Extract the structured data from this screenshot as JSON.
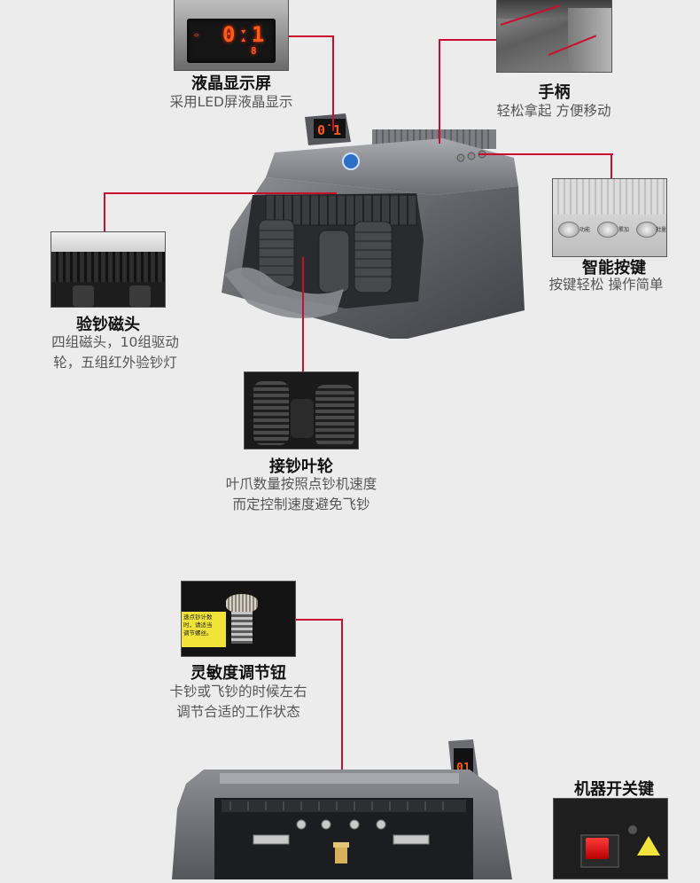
{
  "features": [
    {
      "id": "lcd",
      "title": "液晶显示屏",
      "desc": [
        "采用LED屏液晶显示"
      ],
      "photo_icon": "lcd-display-icon"
    },
    {
      "id": "handle",
      "title": "手柄",
      "desc": [
        "轻松拿起  方便移动"
      ],
      "photo_icon": "handle-icon"
    },
    {
      "id": "buttons",
      "title": "智能按键",
      "desc": [
        "按键轻松  操作简单"
      ],
      "photo_icon": "buttons-icon"
    },
    {
      "id": "magnetic",
      "title": "验钞磁头",
      "desc": [
        "四组磁头，10组驱动",
        "轮，五组红外验钞灯"
      ],
      "photo_icon": "magnetic-head-icon"
    },
    {
      "id": "impeller",
      "title": "接钞叶轮",
      "desc": [
        "叶爪数量按照点钞机速度",
        "而定控制速度避免飞钞"
      ],
      "photo_icon": "impeller-icon"
    },
    {
      "id": "knob",
      "title": "灵敏度调节钮",
      "desc": [
        "卡钞或飞钞的时候左右",
        "调节合适的工作状态"
      ],
      "photo_icon": "knob-icon"
    },
    {
      "id": "power",
      "title": "机器开关键",
      "desc": [],
      "photo_icon": "power-switch-icon"
    }
  ],
  "lcd_readout": "0ː1",
  "lcd_small": "8",
  "button_labels": [
    "功能",
    "累加",
    "批量"
  ],
  "knob_sticker": [
    "速点钞计数",
    "时，请适当",
    "调节螺丝。"
  ],
  "accent_color": "#c8102e"
}
